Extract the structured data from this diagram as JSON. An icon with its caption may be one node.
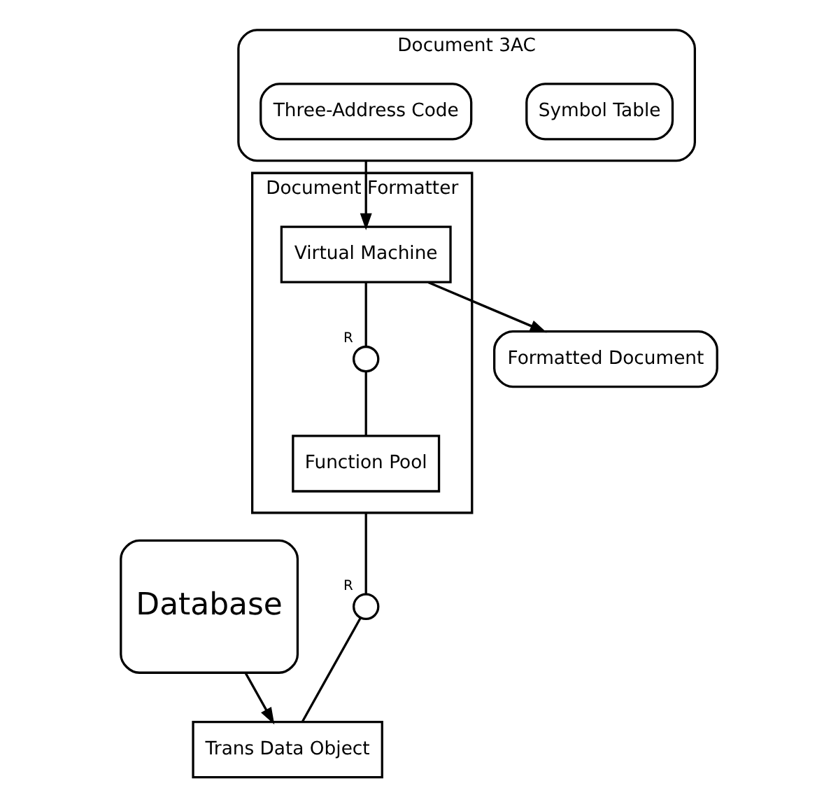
{
  "diagram": {
    "nodes": [
      {
        "text": [
          "Document Formatter"
        ]
      },
      {
        "text": [
          "Virtual Machine"
        ],
        "in": 0
      },
      {
        "text": [],
        "shape": "circle",
        "in": 0,
        "beside": [
          "R"
        ]
      },
      {
        "text": [
          "Function Pool"
        ],
        "in": 0
      },
      {
        "text": [
          "Formatted Document"
        ]
      },
      {
        "text": [
          "Document 3AC"
        ]
      },
      {
        "text": [
          "Symbol Table"
        ],
        "in": 5
      },
      {
        "text": [
          "Three-Address Code"
        ],
        "in": 5
      },
      {
        "text": [],
        "shape": "circle",
        "beside": [
          "R"
        ]
      },
      {
        "text": [
          "Trans Data Object"
        ]
      },
      {
        "text": [
          "Database"
        ]
      }
    ],
    "edges": [
      {
        "from": 1,
        "to": 4,
        "arrow": "to"
      },
      {
        "from": 5,
        "to": 1,
        "arrow": "to"
      },
      {
        "from": 1,
        "to": 2,
        "arrow": "none"
      },
      {
        "from": 2,
        "to": 3,
        "arrow": "none"
      },
      {
        "from": 0,
        "to": 8,
        "arrow": "none"
      },
      {
        "from": 8,
        "to": 9,
        "arrow": "none"
      },
      {
        "from": 10,
        "to": 9,
        "arrow": "to"
      }
    ]
  }
}
